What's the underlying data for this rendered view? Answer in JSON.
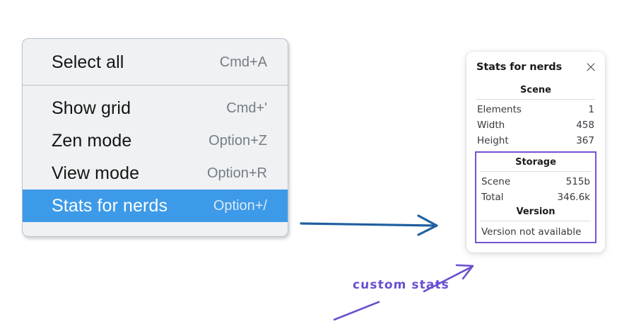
{
  "background_color": "#ffffff",
  "context_menu": {
    "name": "canvas-context-menu",
    "background_color": "#eff1f3",
    "highlight_color": "#3d9ae8",
    "groups": [
      {
        "items": [
          {
            "label": "Select all",
            "shortcut": "Cmd+A",
            "selected": false
          }
        ]
      },
      {
        "items": [
          {
            "label": "Show grid",
            "shortcut": "Cmd+'",
            "selected": false
          },
          {
            "label": "Zen mode",
            "shortcut": "Option+Z",
            "selected": false
          },
          {
            "label": "View mode",
            "shortcut": "Option+R",
            "selected": false
          },
          {
            "label": "Stats for nerds",
            "shortcut": "Option+/",
            "selected": true
          }
        ]
      }
    ]
  },
  "stats_panel": {
    "title": "Stats for nerds",
    "close_icon": "close-icon",
    "sections": [
      {
        "heading": "Scene",
        "boxed": false,
        "rows": [
          {
            "label": "Elements",
            "value": "1"
          },
          {
            "label": "Width",
            "value": "458"
          },
          {
            "label": "Height",
            "value": "367"
          }
        ]
      },
      {
        "heading": "Storage",
        "boxed": true,
        "rows": [
          {
            "label": "Scene",
            "value": "515b"
          },
          {
            "label": "Total",
            "value": "346.6k"
          }
        ]
      },
      {
        "heading": "Version",
        "boxed": true,
        "text": "Version not available"
      }
    ],
    "highlight_border_color": "#7653d4"
  },
  "annotations": {
    "blue_arrow": {
      "name": "blue-arrow",
      "color": "#1f5fa0"
    },
    "purple_arrow": {
      "name": "purple-arrow",
      "color": "#6a4fd0"
    },
    "purple_underline": {
      "name": "purple-underline-stroke",
      "color": "#6a4fd0"
    },
    "label": "custom stats",
    "label_color": "#6a4fd0"
  }
}
